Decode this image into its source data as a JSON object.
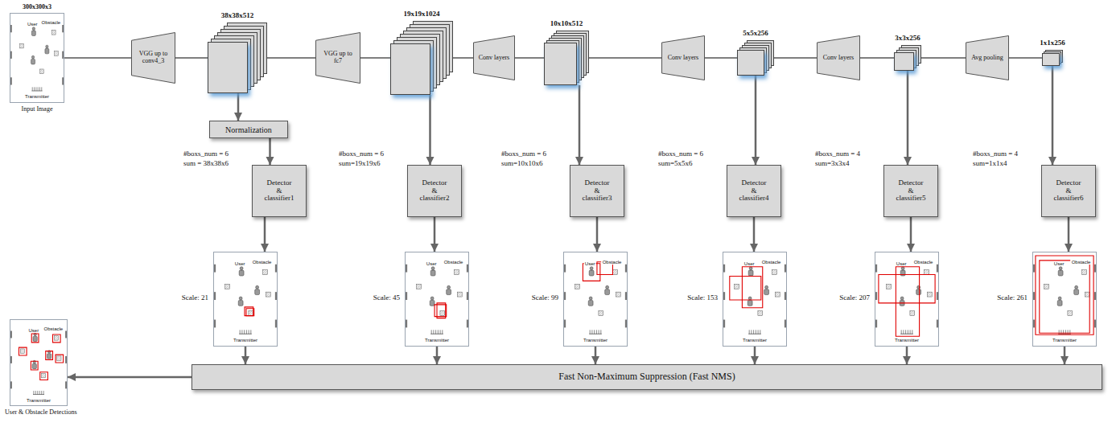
{
  "diagram": {
    "nodes": [
      {
        "text": [
          "300x300x3",
          "User",
          "Obstacle",
          "Transmitter",
          "Input Image"
        ]
      },
      {
        "text": [
          "VGG up to conv4_3"
        ]
      },
      {
        "text": [
          "38x38x512"
        ]
      },
      {
        "text": [
          "VGG up to fc7"
        ]
      },
      {
        "text": [
          "19x19x1024"
        ]
      },
      {
        "text": [
          "Conv layers"
        ]
      },
      {
        "text": [
          "10x10x512"
        ]
      },
      {
        "text": [
          "Conv layers"
        ]
      },
      {
        "text": [
          "5x5x256"
        ]
      },
      {
        "text": [
          "Conv layers"
        ]
      },
      {
        "text": [
          "3x3x256"
        ]
      },
      {
        "text": [
          "Avg pooling"
        ]
      },
      {
        "text": [
          "1x1x256"
        ]
      },
      {
        "text": [
          "Normalization"
        ]
      },
      {
        "text": [
          "Detector & classifier1"
        ]
      },
      {
        "text": [
          "Detector & classifier2"
        ]
      },
      {
        "text": [
          "Detector & classifier3"
        ]
      },
      {
        "text": [
          "Detector & classifier4"
        ]
      },
      {
        "text": [
          "Detector & classifier5"
        ]
      },
      {
        "text": [
          "Detector & classifier6"
        ]
      },
      {
        "text": [
          "User",
          "Obstacle",
          "Transmitter"
        ]
      },
      {
        "text": [
          "User",
          "Obstacle",
          "Transmitter"
        ]
      },
      {
        "text": [
          "User",
          "Obstacle",
          "Transmitter"
        ]
      },
      {
        "text": [
          "User",
          "Obstacle",
          "Transmitter"
        ]
      },
      {
        "text": [
          "User",
          "Obstacle",
          "Transmitter"
        ]
      },
      {
        "text": [
          "User",
          "Obstacle",
          "Transmitter"
        ]
      },
      {
        "text": [
          "Fast Non-Maximum Suppression (Fast NMS)"
        ]
      },
      {
        "text": [
          "User",
          "Obstacle",
          "Transmitter",
          "User & Obstacle Detections"
        ]
      }
    ],
    "edges": [
      {
        "from": 0,
        "to": 1,
        "arrow": "none"
      },
      {
        "from": 1,
        "to": 2,
        "arrow": "none"
      },
      {
        "from": 2,
        "to": 3,
        "arrow": "none"
      },
      {
        "from": 3,
        "to": 4,
        "arrow": "none"
      },
      {
        "from": 4,
        "to": 5,
        "arrow": "none"
      },
      {
        "from": 5,
        "to": 6,
        "arrow": "none"
      },
      {
        "from": 6,
        "to": 7,
        "arrow": "none"
      },
      {
        "from": 7,
        "to": 8,
        "arrow": "none"
      },
      {
        "from": 8,
        "to": 9,
        "arrow": "none"
      },
      {
        "from": 9,
        "to": 10,
        "arrow": "none"
      },
      {
        "from": 10,
        "to": 11,
        "arrow": "none"
      },
      {
        "from": 11,
        "to": 12,
        "arrow": "none"
      },
      {
        "from": 2,
        "to": 13,
        "arrow": "to"
      },
      {
        "from": 13,
        "to": 14,
        "arrow": "to"
      },
      {
        "from": 4,
        "to": 15,
        "arrow": "to"
      },
      {
        "from": 6,
        "to": 16,
        "arrow": "to"
      },
      {
        "from": 8,
        "to": 17,
        "arrow": "to"
      },
      {
        "from": 10,
        "to": 18,
        "arrow": "to"
      },
      {
        "from": 12,
        "to": 19,
        "arrow": "to"
      },
      {
        "from": 14,
        "to": 20,
        "arrow": "to"
      },
      {
        "from": 15,
        "to": 21,
        "arrow": "to"
      },
      {
        "from": 16,
        "to": 22,
        "arrow": "to"
      },
      {
        "from": 17,
        "to": 23,
        "arrow": "to"
      },
      {
        "from": 18,
        "to": 24,
        "arrow": "to"
      },
      {
        "from": 19,
        "to": 25,
        "arrow": "to"
      },
      {
        "from": 20,
        "to": 26,
        "arrow": "to"
      },
      {
        "from": 21,
        "to": 26,
        "arrow": "to"
      },
      {
        "from": 22,
        "to": 26,
        "arrow": "to"
      },
      {
        "from": 23,
        "to": 26,
        "arrow": "to"
      },
      {
        "from": 24,
        "to": 26,
        "arrow": "to"
      },
      {
        "from": 25,
        "to": 26,
        "arrow": "to"
      },
      {
        "from": 26,
        "to": 27,
        "arrow": "to"
      }
    ],
    "labels": [
      "#boxs_num = 6",
      "sum = 38x38x6",
      "#boxs_num = 6",
      "sum=19x19x6",
      "#boxs_num = 6",
      "sum=10x10x6",
      "#boxs_num = 6",
      "sum=5x5x6",
      "#boxs_num = 4",
      "sum=3x3x4",
      "#boxs_num = 4",
      "sum=1x1x4",
      "Scale: 21",
      "Scale: 45",
      "Scale: 99",
      "Scale: 153",
      "Scale: 207",
      "Scale: 261"
    ]
  }
}
